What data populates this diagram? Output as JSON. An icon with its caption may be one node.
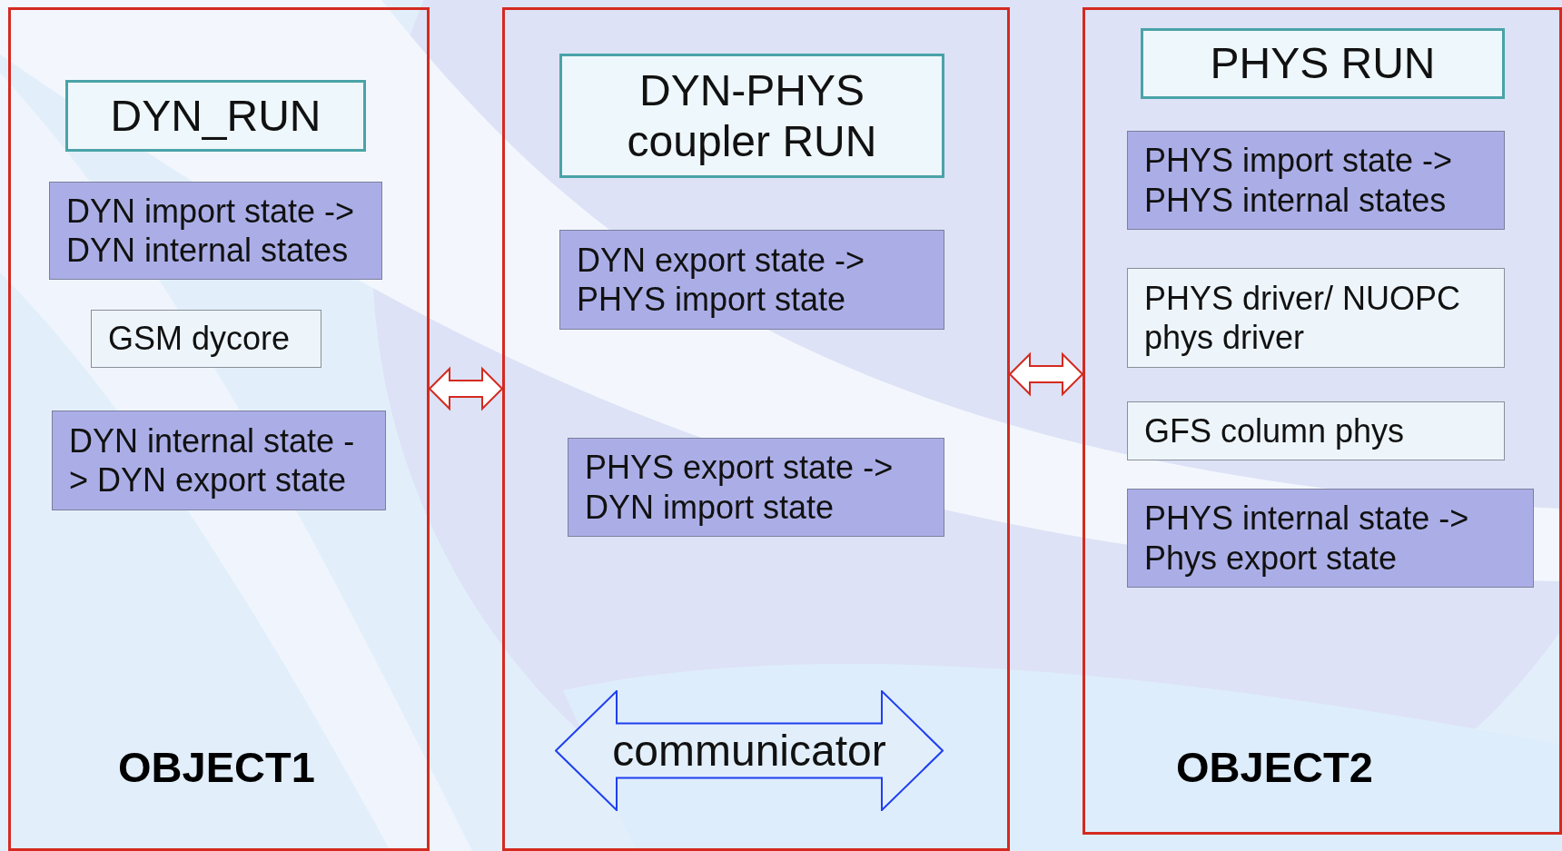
{
  "diagram": {
    "nodes": [
      {
        "text": [
          "OBJECT1"
        ]
      },
      {
        "text": [
          "DYN_RUN"
        ],
        "in": 0
      },
      {
        "text": [
          "DYN import state -> DYN internal states"
        ],
        "in": 0
      },
      {
        "text": [
          "GSM dycore"
        ],
        "in": 0
      },
      {
        "text": [
          "DYN internal state - > DYN export state"
        ],
        "in": 0
      },
      {
        "text": [],
        "shape": "box"
      },
      {
        "text": [
          "DYN-PHYS coupler RUN"
        ],
        "in": 5
      },
      {
        "text": [
          "DYN export state -> PHYS import state"
        ],
        "in": 5
      },
      {
        "text": [
          "PHYS export state -> DYN import state"
        ],
        "in": 5
      },
      {
        "text": [
          "communicator"
        ],
        "in": 5
      },
      {
        "text": [
          "OBJECT2"
        ]
      },
      {
        "text": [
          "PHYS RUN"
        ],
        "in": 10
      },
      {
        "text": [
          "PHYS import state -> PHYS internal states"
        ],
        "in": 10
      },
      {
        "text": [
          "PHYS driver/ NUOPC phys driver"
        ],
        "in": 10
      },
      {
        "text": [
          "GFS column phys"
        ],
        "in": 10
      },
      {
        "text": [
          "PHYS internal state -> Phys export state"
        ],
        "in": 10
      }
    ],
    "edges": [
      {
        "from": 0,
        "to": 5,
        "arrow": "both",
        "color": "#d42a20"
      },
      {
        "from": 5,
        "to": 10,
        "arrow": "both",
        "color": "#d42a20"
      }
    ]
  }
}
